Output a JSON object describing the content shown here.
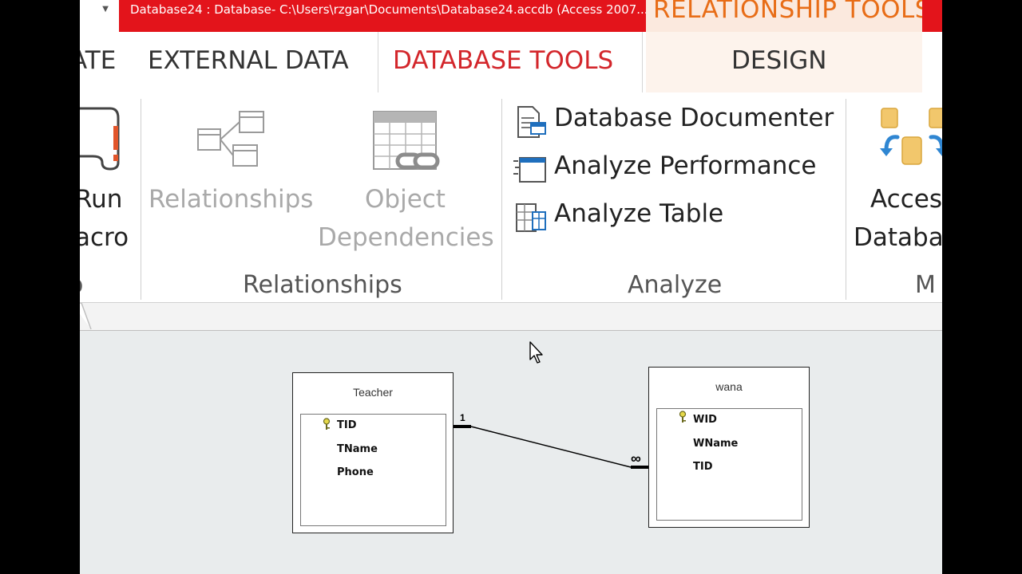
{
  "window": {
    "title": "Database24 : Database- C:\\Users\\rzgar\\Documents\\Database24.accdb (Access 2007...",
    "contextual_tab_group": "RELATIONSHIP TOOLS"
  },
  "tabs": [
    {
      "label": "ATE"
    },
    {
      "label": "EXTERNAL DATA"
    },
    {
      "label": "DATABASE TOOLS"
    },
    {
      "label": "DESIGN"
    }
  ],
  "ribbon": {
    "macro_group": {
      "run_macro_line1": "Run",
      "run_macro_line2": "acro",
      "group_label": "o"
    },
    "relationships_group": {
      "relationships_label": "Relationships",
      "object_dependencies_line1": "Object",
      "object_dependencies_line2": "Dependencies",
      "group_label": "Relationships"
    },
    "analyze_group": {
      "documenter_label": "Database Documenter",
      "performance_label": "Analyze Performance",
      "table_label": "Analyze Table",
      "group_label": "Analyze"
    },
    "move_data_group": {
      "access_db_line1": "Acces",
      "access_db_line2": "Databa",
      "group_label": "M"
    }
  },
  "relationship_window": {
    "tables": [
      {
        "name": "Teacher",
        "fields": [
          "TID",
          "TName",
          "Phone"
        ],
        "primary_key": "TID"
      },
      {
        "name": "wana",
        "fields": [
          "WID",
          "WName",
          "TID"
        ],
        "primary_key": "WID"
      }
    ],
    "relationship": {
      "one_side_label": "1",
      "many_side_label": "∞"
    }
  },
  "colors": {
    "title_bar": "#e3141b",
    "contextual_tab": "#e86d17",
    "active_tab": "#d3262b",
    "disabled_text": "#a9a9a9",
    "canvas_bg": "#e9eced"
  }
}
